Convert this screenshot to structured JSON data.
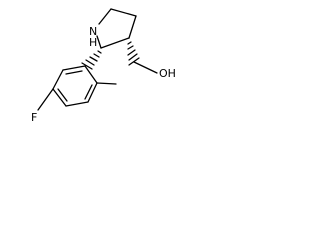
{
  "structure": {
    "atoms": {
      "nitrogen": "N",
      "nitrogen_h": "H",
      "hydroxyl": "OH",
      "fluorine": "F"
    }
  }
}
